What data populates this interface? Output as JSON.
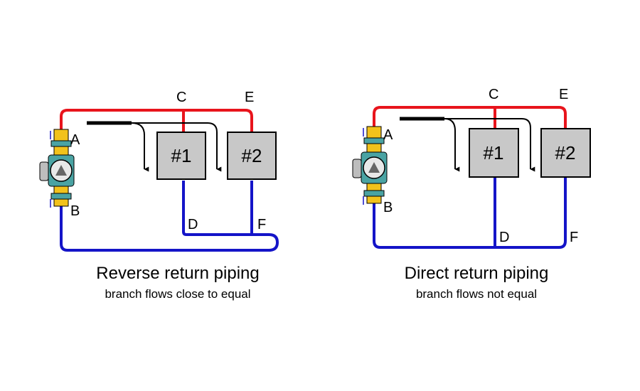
{
  "colors": {
    "supply": "#e8141c",
    "return": "#1414c8",
    "box_fill": "#c8c8c8",
    "flow_arrow": "#000000",
    "pump_body": "#4aa3a3",
    "fitting": "#f2c21b"
  },
  "left": {
    "title": "Reverse return piping",
    "subtitle": "branch flows close to equal",
    "labels": {
      "A": "A",
      "B": "B",
      "C": "C",
      "D": "D",
      "E": "E",
      "F": "F"
    },
    "units": [
      "#1",
      "#2"
    ]
  },
  "right": {
    "title": "Direct return piping",
    "subtitle": "branch flows not equal",
    "labels": {
      "A": "A",
      "B": "B",
      "C": "C",
      "D": "D",
      "E": "E",
      "F": "F"
    },
    "units": [
      "#1",
      "#2"
    ]
  },
  "icons": [
    "pump-icon",
    "flow-arrow-icon"
  ]
}
